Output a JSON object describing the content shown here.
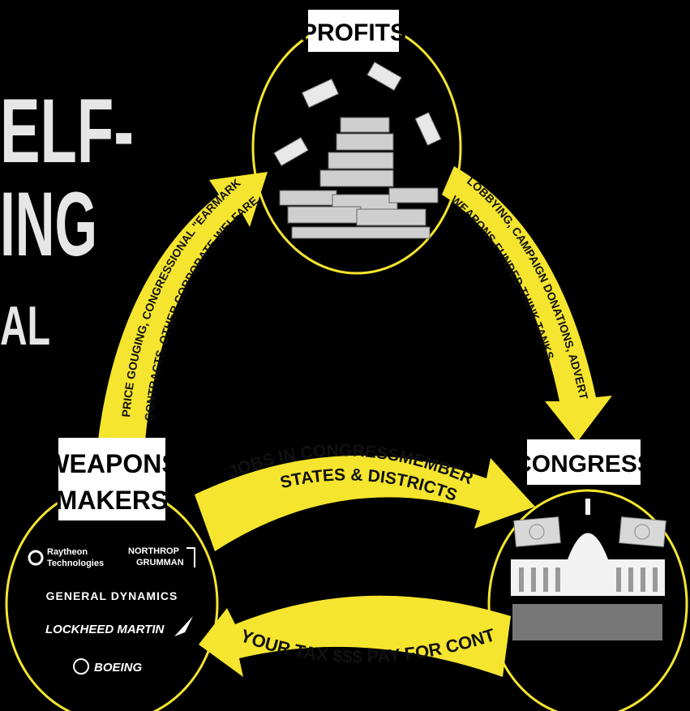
{
  "title_fragments": {
    "line1": "ELF-",
    "line2": "ING",
    "line3": "AL"
  },
  "nodes": {
    "profits": {
      "label": "PROFITS"
    },
    "weapons": {
      "label_line1": "WEAPONS",
      "label_line2": "MAKERS"
    },
    "congress": {
      "label": "CONGRESS"
    }
  },
  "arrows": {
    "weapons_to_profits": {
      "line1": "PRICE GOUGING, CONGRESSIONAL \"EARMARK\"",
      "line2": "CONTRACTS, OTHER CORPORATE WELFARE"
    },
    "profits_to_congress": {
      "line1": "LOBBYING, CAMPAIGN DONATIONS, ADVERTISING,",
      "line2": "WEAPONS-FUNDED THINK TANKS"
    },
    "weapons_to_congress": {
      "line1": "JOBS IN CONGRESSMEMBERS'",
      "line2": "STATES & DISTRICTS"
    },
    "congress_to_weapons": {
      "line1": "YOUR TAX $$$ PAY FOR CONTRACTS"
    }
  },
  "logos": {
    "raytheon_line1": "Raytheon",
    "raytheon_line2": "Technologies",
    "northrop_line1": "NORTHROP",
    "northrop_line2": "GRUMMAN",
    "general_dynamics": "GENERAL DYNAMICS",
    "lockheed": "LOCKHEED MARTIN",
    "boeing": "BOEING"
  },
  "colors": {
    "background": "#000000",
    "accent_yellow": "#f5e52e",
    "box_white": "#ffffff"
  }
}
